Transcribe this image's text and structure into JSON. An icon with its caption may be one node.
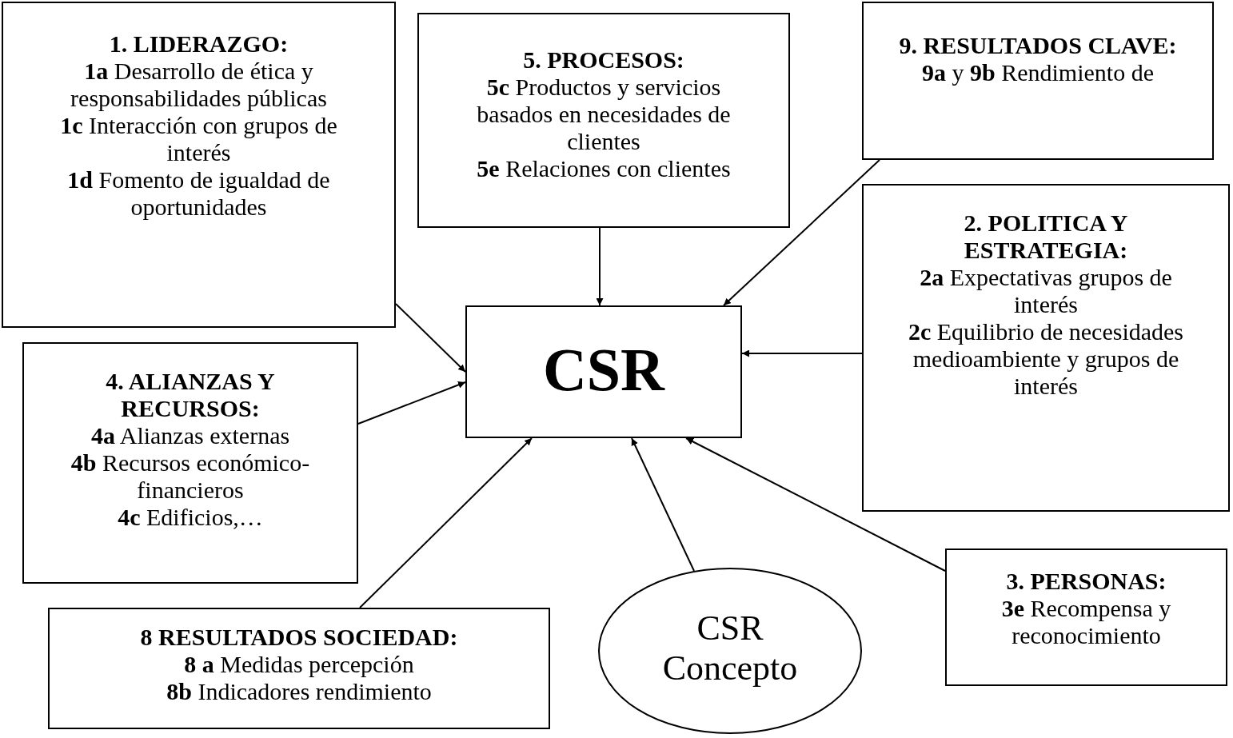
{
  "diagram": {
    "nodes": [
      {
        "text": [
          "1. LIDERAZGO:",
          "**1a** Desarrollo de ética y responsabilidades públicas",
          "**1c** Interacción con grupos de interés",
          "**1d** Fomento de igualdad de oportunidades"
        ]
      },
      {
        "text": [
          "5. PROCESOS:",
          "**5c** Productos y servicios basados en necesidades de clientes",
          "**5e** Relaciones con clientes"
        ]
      },
      {
        "text": [
          "9. RESULTADOS CLAVE:",
          "**9a** y **9b** Rendimiento de"
        ]
      },
      {
        "text": [
          "2. POLITICA Y ESTRATEGIA:",
          "**2a** Expectativas grupos de interés",
          "**2c** Equilibrio de necesidades medioambiente y grupos de interés"
        ]
      },
      {
        "text": [
          "CSR"
        ]
      },
      {
        "text": [
          "4. ALIANZAS Y RECURSOS:",
          "**4a** Alianzas externas",
          "**4b** Recursos económico-financieros",
          "**4c** Edificios,…"
        ]
      },
      {
        "text": [
          "8 RESULTADOS SOCIEDAD:",
          "**8 a** Medidas percepción",
          "**8b** Indicadores rendimiento"
        ]
      },
      {
        "text": [
          "CSR Concepto"
        ]
      },
      {
        "text": [
          "3. PERSONAS:",
          "**3e** Recompensa y reconocimiento"
        ]
      }
    ],
    "edges": [
      {
        "from": 0,
        "to": 4,
        "arrow": "to"
      },
      {
        "from": 1,
        "to": 4,
        "arrow": "to"
      },
      {
        "from": 2,
        "to": 4,
        "arrow": "to"
      },
      {
        "from": 3,
        "to": 4,
        "arrow": "to"
      },
      {
        "from": 5,
        "to": 4,
        "arrow": "to"
      },
      {
        "from": 6,
        "to": 4,
        "arrow": "to"
      },
      {
        "from": 7,
        "to": 4,
        "arrow": "to"
      },
      {
        "from": 8,
        "to": 4,
        "arrow": "to"
      }
    ]
  }
}
